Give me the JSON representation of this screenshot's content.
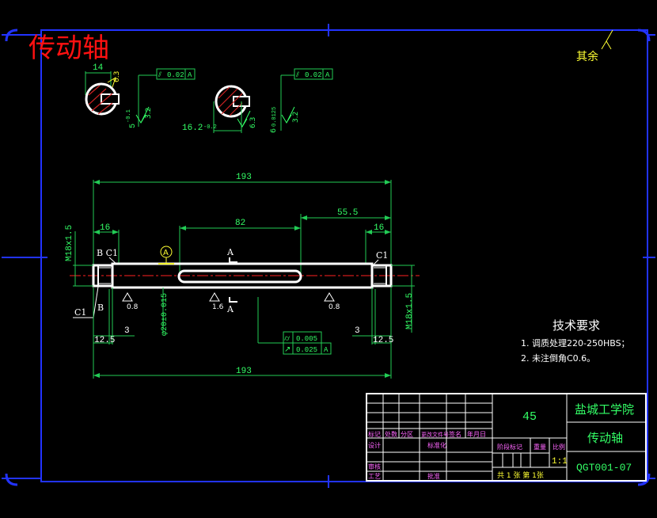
{
  "header": {
    "title": "传动轴",
    "corner_note": "其余"
  },
  "section_views": {
    "left": {
      "width_dim": "14",
      "tol": "0.02",
      "datum": "A",
      "rough_face": "6.3",
      "rough_side": "3.2",
      "depth_dim": "5",
      "depth_tol": "-0.1"
    },
    "right": {
      "depth_dim": "16.2",
      "depth_tol": "-0.2",
      "tol": "0.02",
      "datum": "A",
      "rough_face": "6.3",
      "rough_side": "3.2",
      "width_dim": "6",
      "width_tol": "0.0125"
    }
  },
  "dims": {
    "top_total": "193",
    "bottom_total": "193",
    "keyway_len": "82",
    "right_span": "55.5",
    "left_16": "16",
    "right_16": "16",
    "left_thread": "M18x1.5",
    "right_thread": "M18x1.5",
    "left_12_5": "12.5",
    "right_12_5": "12.5",
    "left_3": "3",
    "right_3": "3",
    "diameter": "φ20±0.015",
    "chamfer_b_c1": "B C1",
    "chamfer_c1_right": "C1",
    "chamfer_c1_left": "C1",
    "section_a": "A",
    "label_b": "B",
    "datum_circle": "A",
    "rough_left": "0.8",
    "rough_mid": "1.6",
    "rough_right": "0.8"
  },
  "tolerance_box": {
    "row1_value": "0.005",
    "row2_value": "0.025",
    "row2_datum": "A"
  },
  "tech_requirements": {
    "heading": "技术要求",
    "items": [
      "1. 调质处理220-250HBS；",
      "2. 未注倒角C0.6。"
    ]
  },
  "title_block": {
    "material": "45",
    "school": "盐城工学院",
    "part_name": "传动轴",
    "drawing_no": "QGT001-07",
    "scale": "1:1",
    "header_cells": [
      "标记",
      "处数",
      "分区",
      "更改文件号",
      "签名",
      "年月日"
    ],
    "label_design": "设计",
    "label_standard": "标准化",
    "label_review": "审核",
    "label_process": "工艺",
    "label_approve": "批准",
    "label_stage": "阶段标记",
    "label_weight": "重量",
    "label_ratio": "比例",
    "sheet_info": "共 1 张  第 1张"
  },
  "colors": {
    "background": "#000000",
    "frame": "#2233ff",
    "line": "#ffffff",
    "dimension": "#22cc55",
    "text_green": "#33ff66",
    "text_cyan": "#33ffff",
    "text_yellow": "#ffff33",
    "centerline": "#ff2222",
    "title_red": "#ff1111"
  }
}
